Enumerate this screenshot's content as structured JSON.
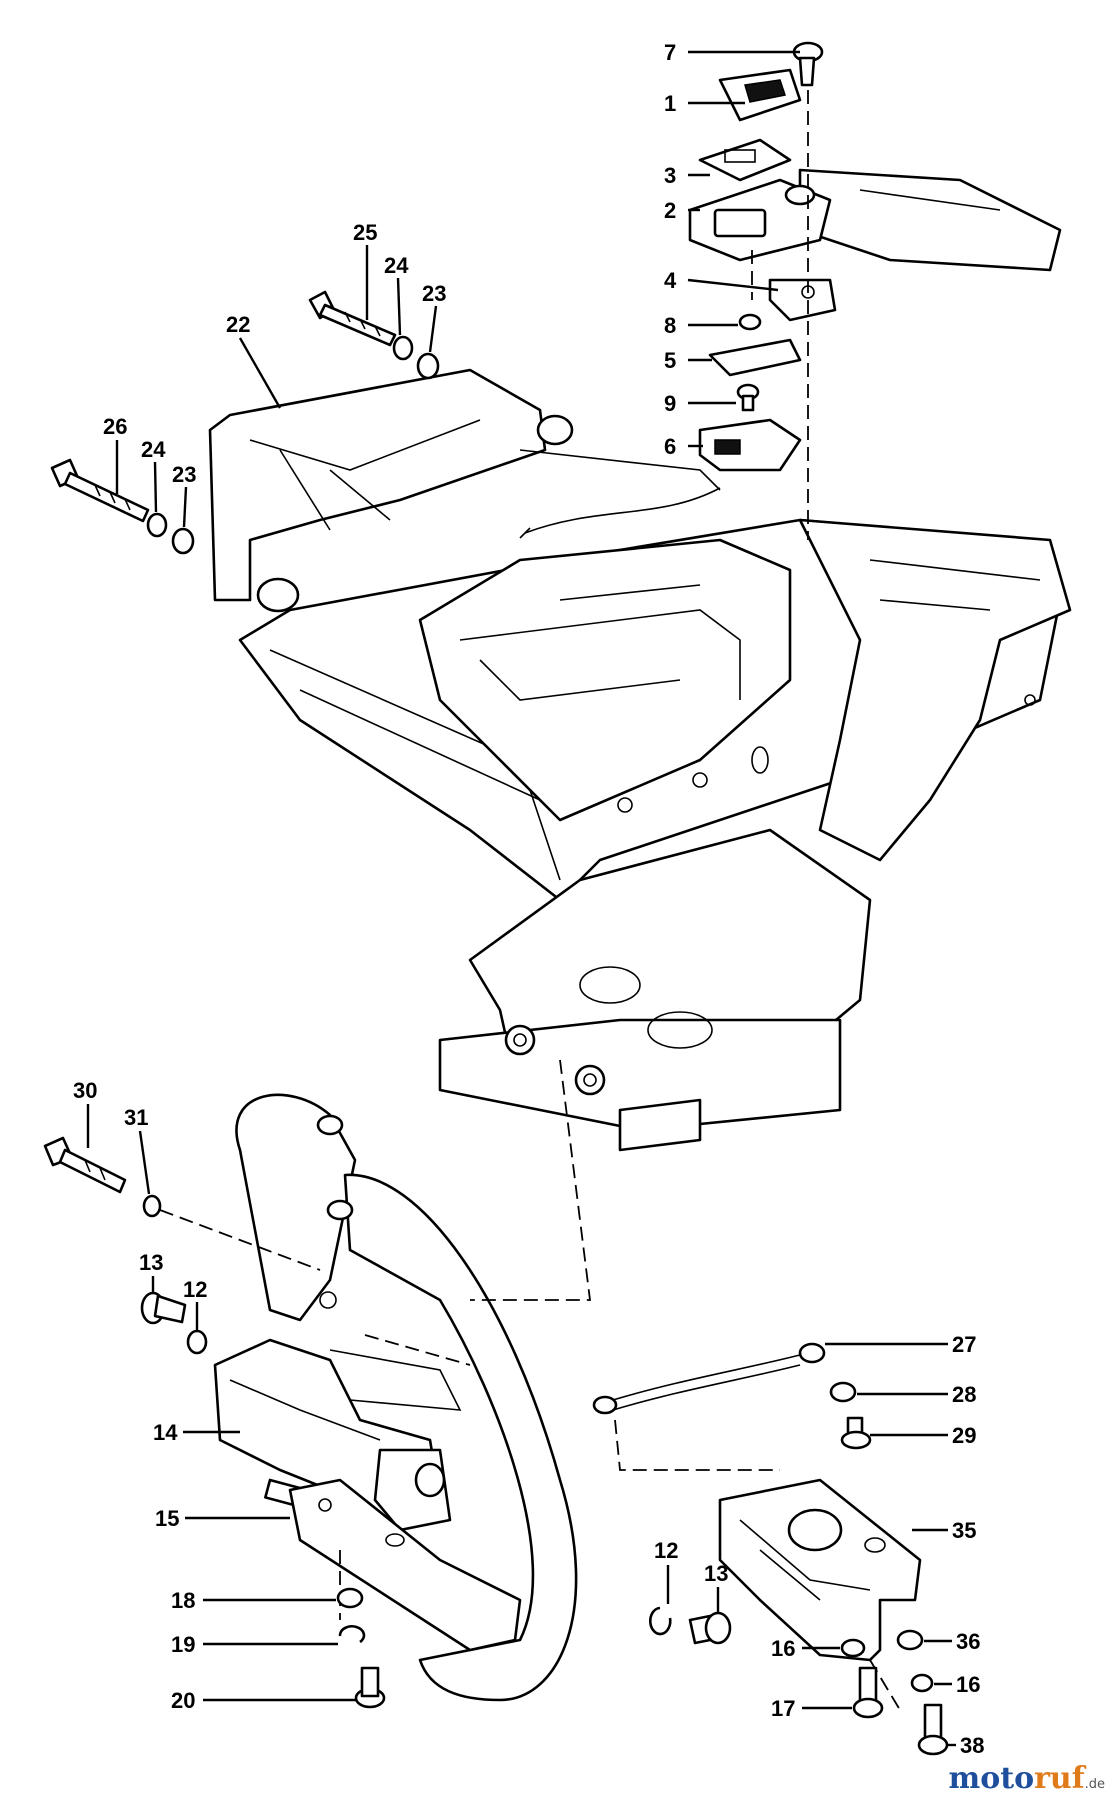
{
  "labels": {
    "p1": "1",
    "p2": "2",
    "p3": "3",
    "p4": "4",
    "p5": "5",
    "p6": "6",
    "p7": "7",
    "p8": "8",
    "p9": "9",
    "p12a": "12",
    "p12b": "12",
    "p13a": "13",
    "p13b": "13",
    "p14": "14",
    "p15": "15",
    "p16a": "16",
    "p16b": "16",
    "p17": "17",
    "p18": "18",
    "p19": "19",
    "p20": "20",
    "p22": "22",
    "p23a": "23",
    "p23b": "23",
    "p24a": "24",
    "p24b": "24",
    "p25": "25",
    "p26": "26",
    "p27": "27",
    "p28": "28",
    "p29": "29",
    "p30": "30",
    "p31": "31",
    "p35": "35",
    "p36": "36",
    "p38": "38"
  },
  "watermark": {
    "prefix": "moto",
    "suffix": "ruf",
    "tld": ".de",
    "colors": {
      "prefix": "#1f4e9c",
      "suffix": "#e07b1a"
    }
  }
}
